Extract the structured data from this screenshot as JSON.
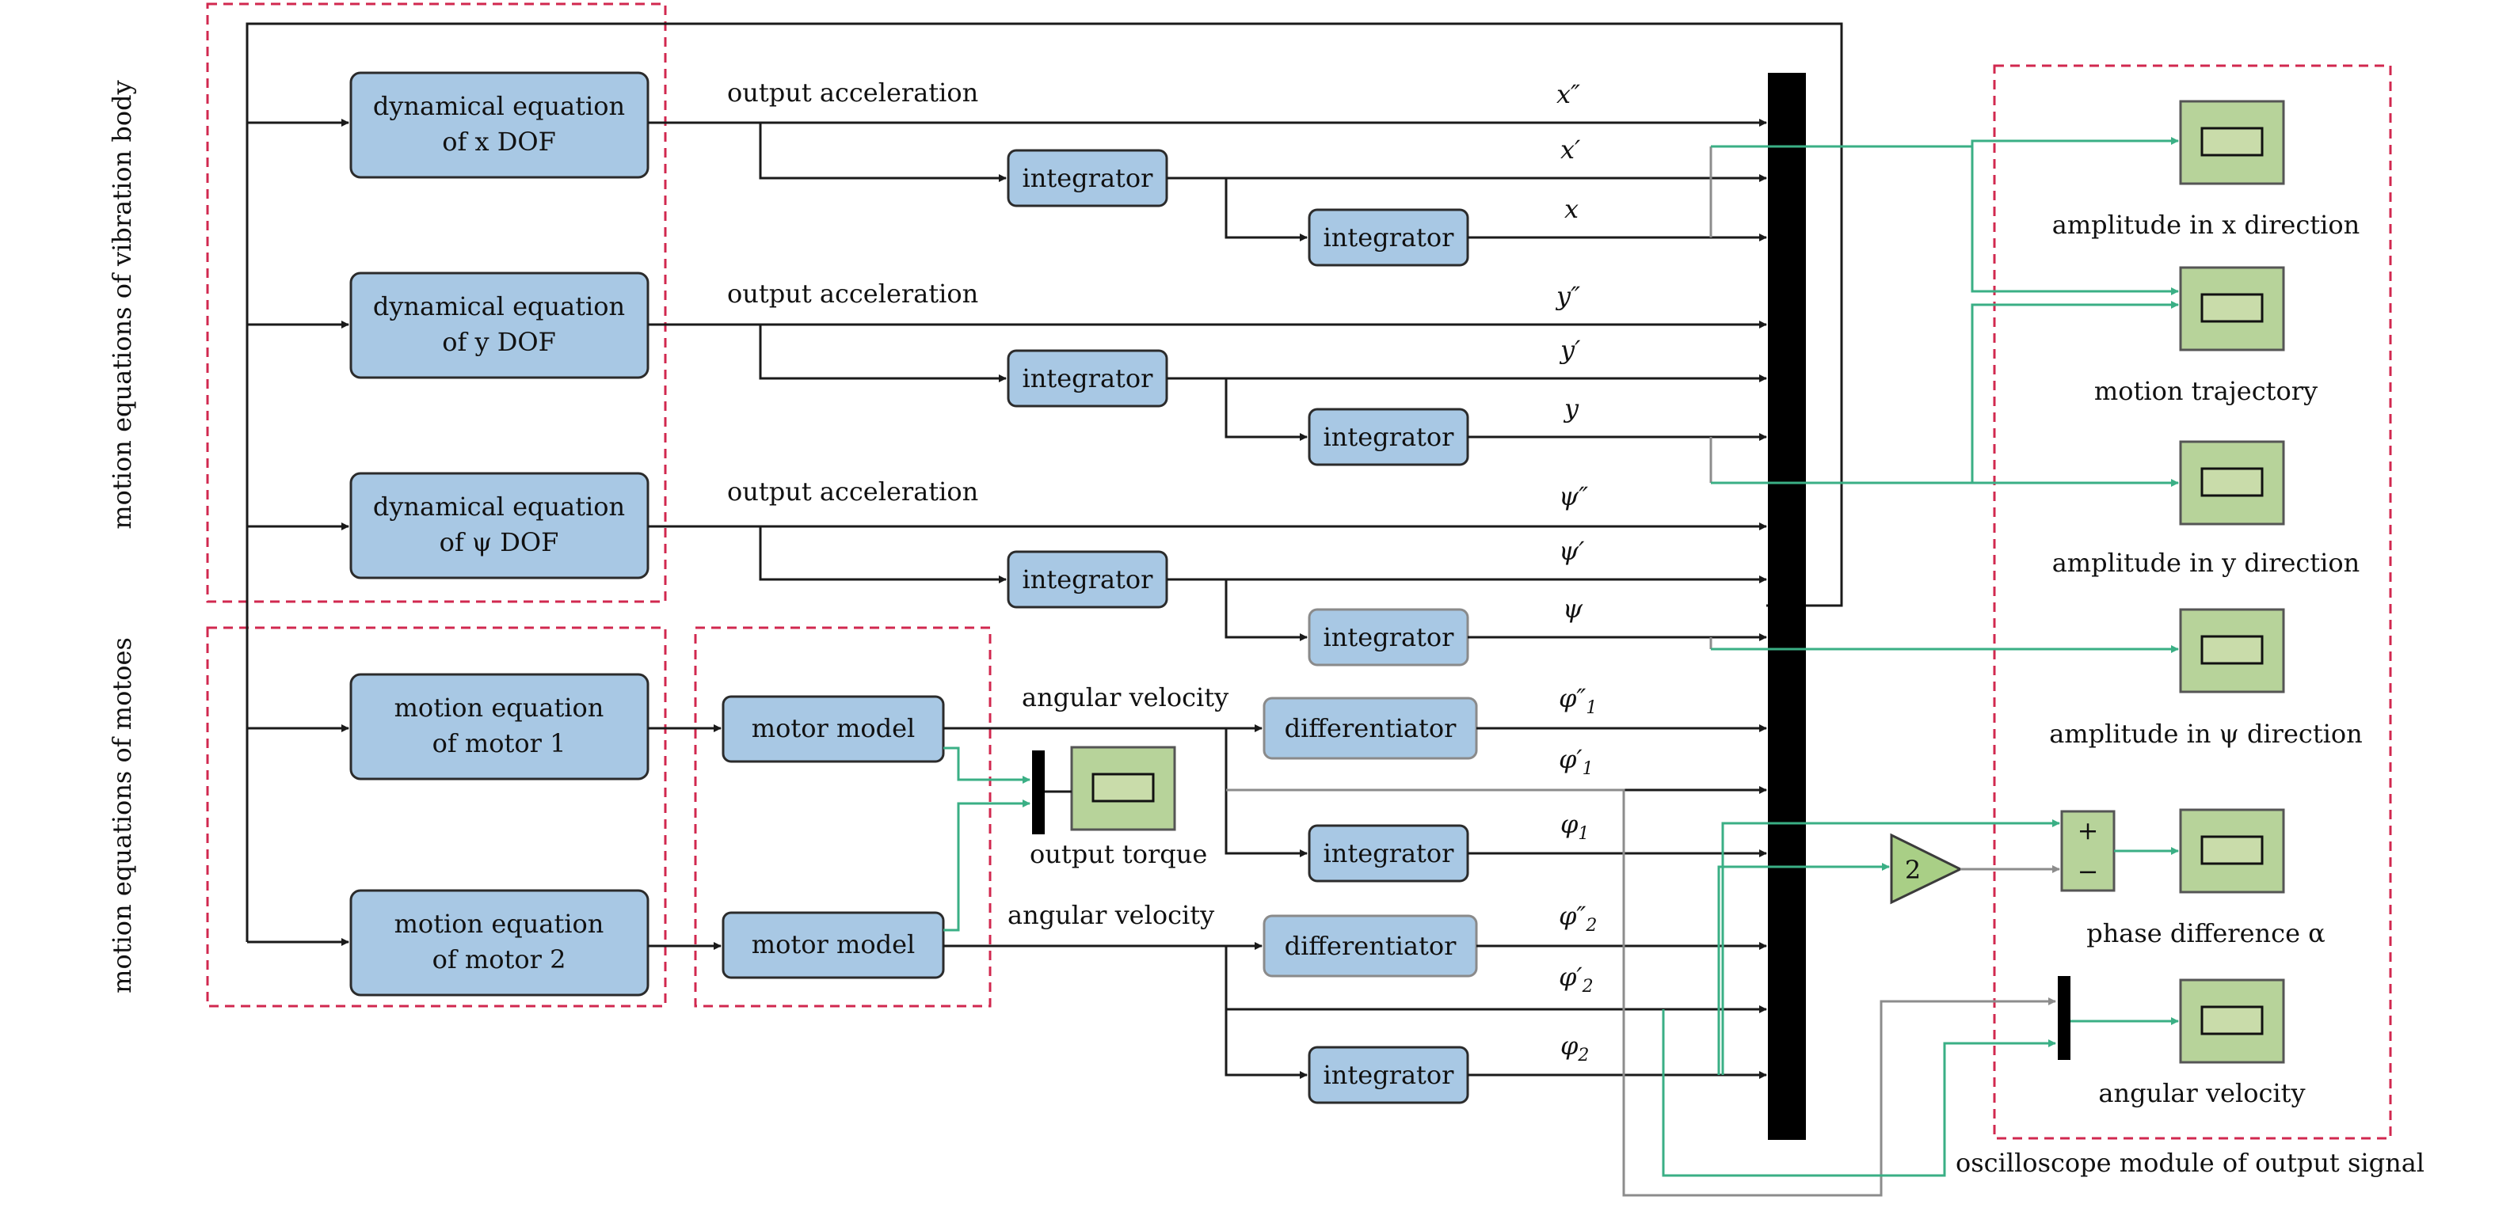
{
  "groups": {
    "vibration_body": "motion equations of vibration body",
    "motors": "motion equations of motoes",
    "oscilloscope": "oscilloscope module of output signal"
  },
  "blocks": {
    "dyn_x": [
      "dynamical equation",
      "of x DOF"
    ],
    "dyn_y": [
      "dynamical equation",
      "of y DOF"
    ],
    "dyn_psi": [
      "dynamical equation",
      "of ψ DOF"
    ],
    "motor_eq_1": [
      "motion equation",
      "of motor 1"
    ],
    "motor_eq_2": [
      "motion equation",
      "of motor 2"
    ],
    "motor_model": "motor model",
    "integrator": "integrator",
    "differentiator": "differentiator",
    "gain": "2",
    "sum_plus": "+",
    "sum_minus": "−"
  },
  "wire_labels": {
    "output_acceleration": "output acceleration",
    "angular_velocity": "angular velocity",
    "output_torque": "output torque"
  },
  "signals": {
    "x2": "x″",
    "x1": "x′",
    "x0": "x",
    "y2": "y″",
    "y1": "y′",
    "y0": "y",
    "psi2": "ψ″",
    "psi1": "ψ′",
    "psi0": "ψ",
    "phi1_2": "φ″",
    "phi1_1": "φ′",
    "phi1_0": "φ",
    "phi2_2": "φ″",
    "phi2_1": "φ′",
    "phi2_0": "φ",
    "sub1": "1",
    "sub2": "2"
  },
  "scopes": {
    "amp_x": "amplitude in x direction",
    "trajectory": "motion trajectory",
    "amp_y": "amplitude in y direction",
    "amp_psi": "amplitude in ψ direction",
    "phase": "phase difference α",
    "ang_vel": "angular velocity"
  },
  "colors": {
    "block_fill": "#a8c8e4",
    "scope_fill": "#b7d39a",
    "signal_wire": "#3aaf85",
    "group_border": "#d1284f"
  }
}
